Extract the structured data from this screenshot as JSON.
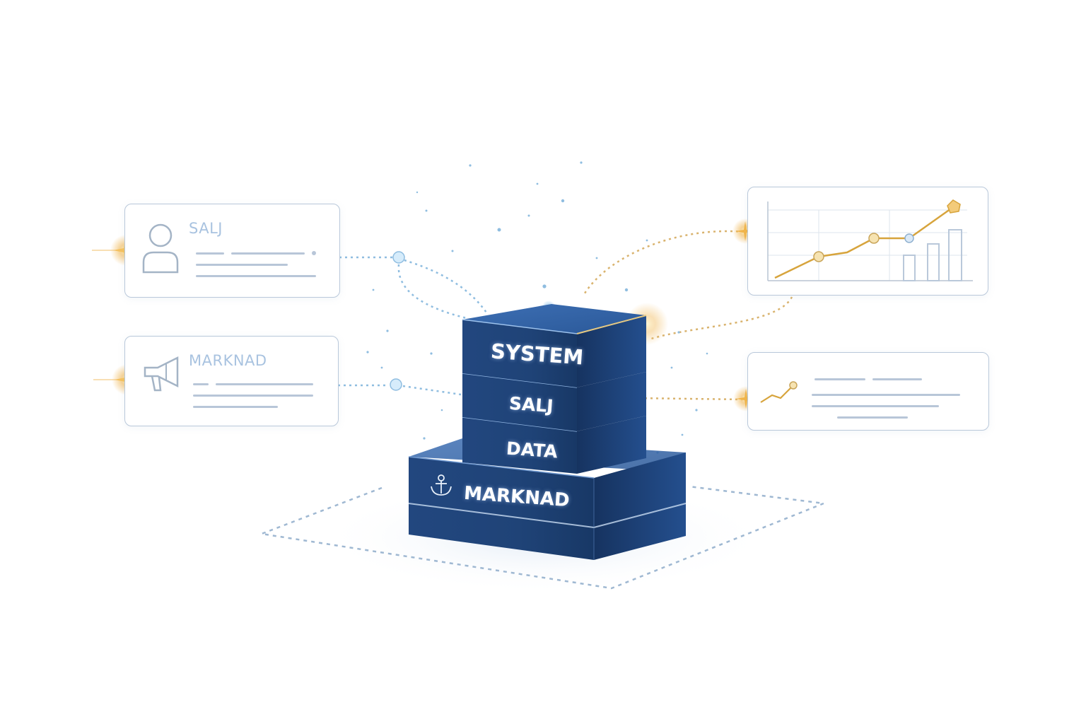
{
  "cards": {
    "sales": {
      "label": "SALJ"
    },
    "marketing": {
      "label": "MARKNAD"
    }
  },
  "stack": {
    "system": "SYSTEM",
    "sales": "SALJ",
    "data": "DATA",
    "marketing": "MARKNAD"
  },
  "colors": {
    "block_dark": "#1d3f73",
    "block_mid": "#2a5898",
    "card_border": "#b9c8da",
    "dot_blue": "#8fbde0",
    "dot_gold": "#e0b060"
  },
  "icons": {
    "sales_card": "user-icon",
    "marketing_card": "megaphone-icon",
    "stack_marketing": "anchor-icon"
  }
}
